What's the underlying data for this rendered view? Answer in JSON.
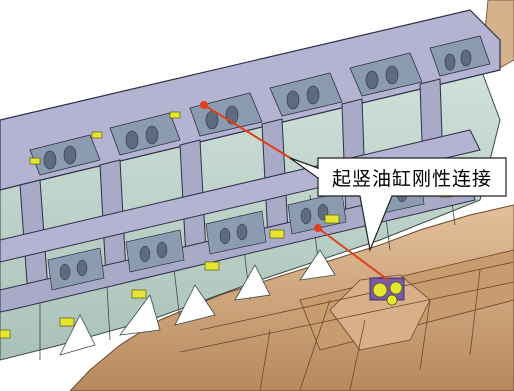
{
  "callout": {
    "label": "起竖油缸刚性连接"
  },
  "icons": {
    "model": "cad-assembly-illustration",
    "pointer-1": "red-dot-marker",
    "pointer-2": "red-dot-marker"
  },
  "colors": {
    "frame": "#a9a9c8",
    "frame_edge": "#3a3a55",
    "bay_panel": "#c9dcd4",
    "bay_panel_dark": "#a7c0b6",
    "base": "#d9b48e",
    "base_dark": "#b8895e",
    "bracket": "#e6e630",
    "leader": "#e0401a",
    "callout_fill": "#ffffff",
    "callout_stroke": "#222222"
  }
}
